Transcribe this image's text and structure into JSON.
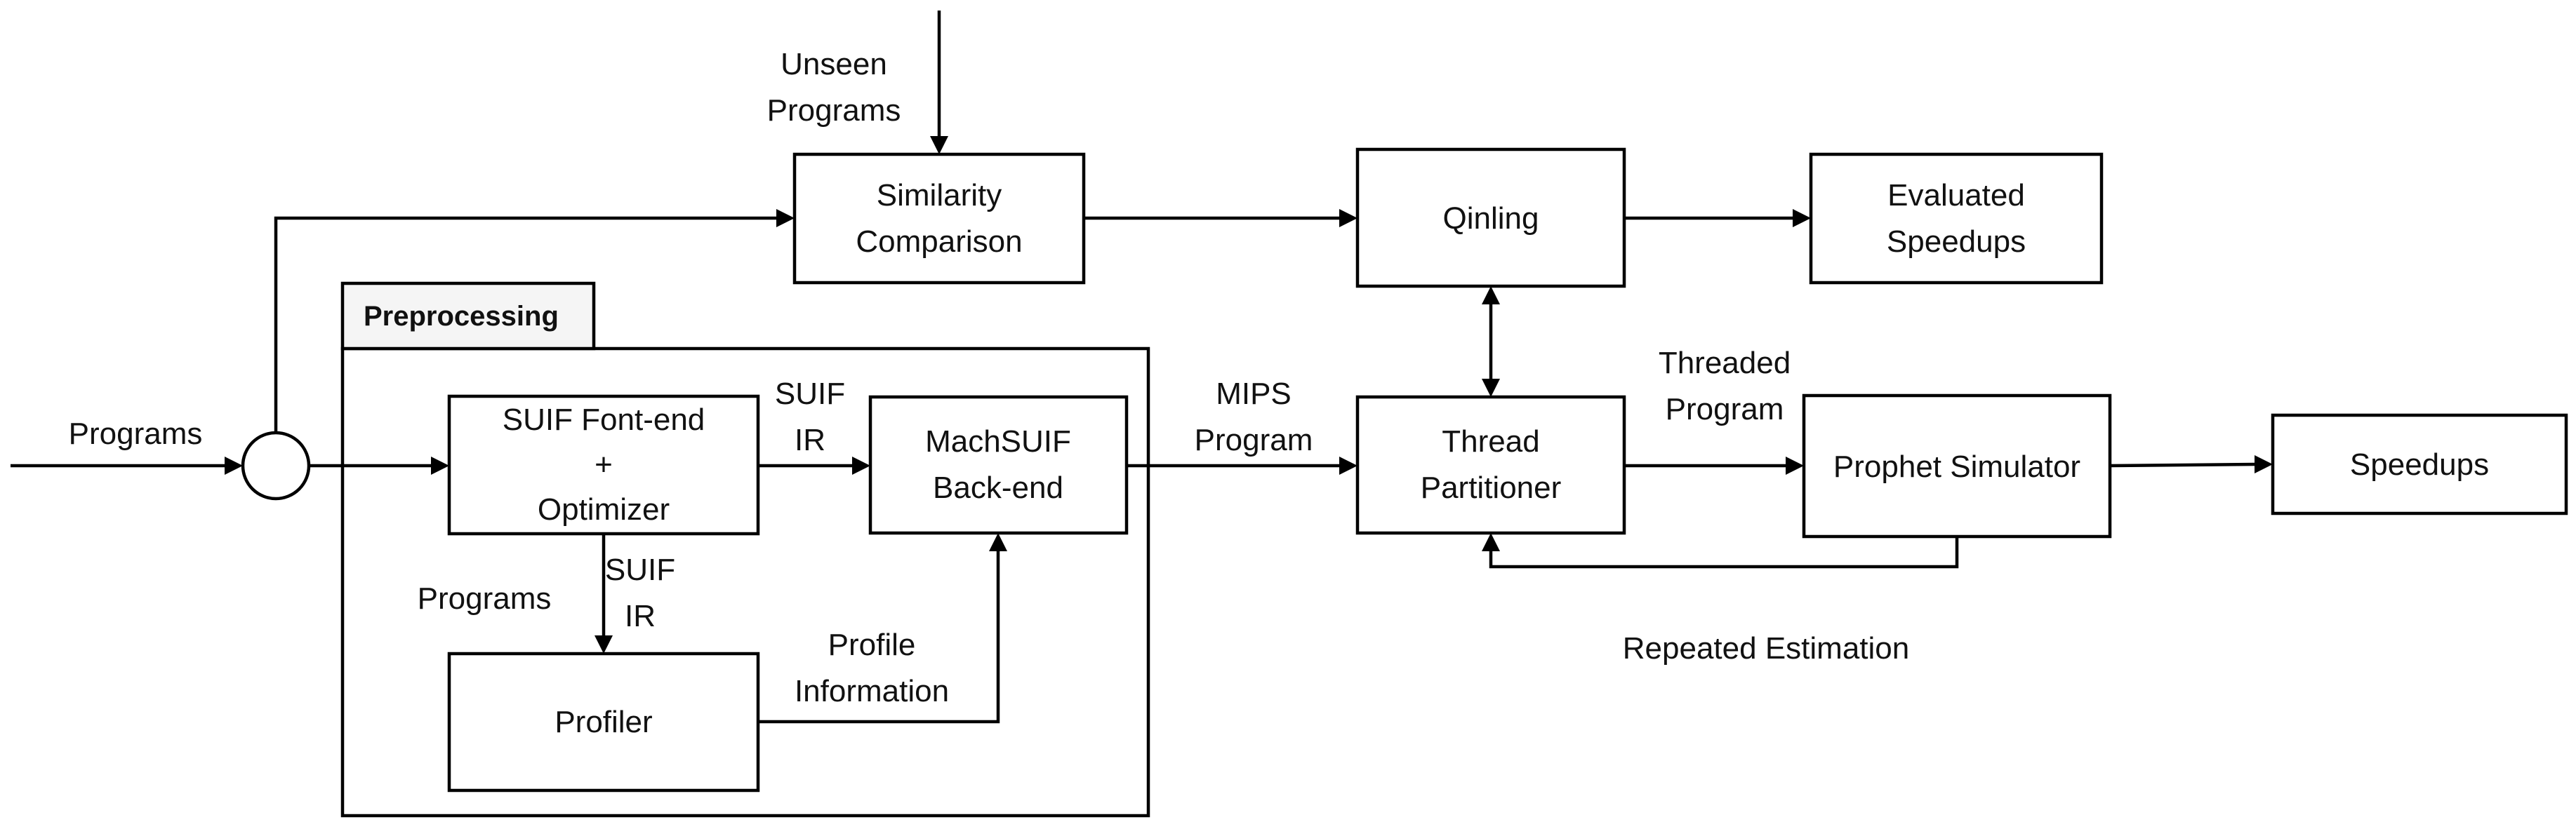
{
  "nodes": {
    "similarity": [
      "Similarity",
      "Comparison"
    ],
    "qinling": [
      "Qinling"
    ],
    "evaluated": [
      "Evaluated",
      "Speedups"
    ],
    "suif_frontend": [
      "SUIF Font-end",
      "+",
      "Optimizer"
    ],
    "machsuif": [
      "MachSUIF",
      "Back-end"
    ],
    "profiler": [
      "Profiler"
    ],
    "thread_partitioner": [
      "Thread",
      "Partitioner"
    ],
    "prophet": [
      "Prophet Simulator"
    ],
    "speedups": [
      "Speedups"
    ],
    "junction": []
  },
  "group": {
    "tab_label": "Preprocessing"
  },
  "edge_labels": {
    "unseen_programs": [
      "Unseen",
      "Programs"
    ],
    "programs_input": [
      "Programs"
    ],
    "suif_ir_top": [
      "SUIF",
      "IR"
    ],
    "mips_program": [
      "MIPS",
      "Program"
    ],
    "threaded_program": [
      "Threaded",
      "Program"
    ],
    "programs_side": [
      "Programs"
    ],
    "suif_ir_side": [
      "SUIF",
      "IR"
    ],
    "profile_information": [
      "Profile",
      "Information"
    ],
    "repeated_estimation": [
      "Repeated Estimation"
    ]
  }
}
